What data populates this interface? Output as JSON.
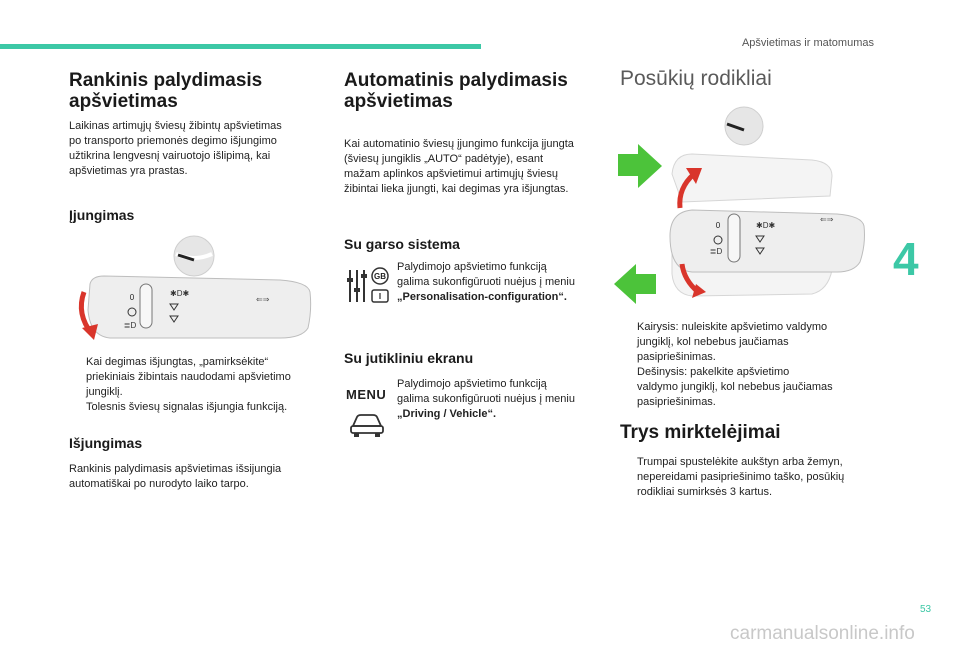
{
  "header": {
    "section": "Apšvietimas ir matomumas",
    "page_number": "53",
    "chapter": "4"
  },
  "col1": {
    "title_line1": "Rankinis palydimasis",
    "title_line2": "apšvietimas",
    "intro_lines": [
      "Laikinas artimųjų šviesų žibintų apšvietimas",
      "po transporto priemonės degimo išjungimo",
      "užtikrina lengvesnį vairuotojo išlipimą, kai",
      "apšvietimas yra prastas."
    ],
    "on_title": "Įjungimas",
    "bullet_marker": "",
    "on_bullets": [
      [
        "Kai degimas išjungtas, „pamirksėkite“",
        "priekiniais žibintais naudodami apšvietimo",
        "jungiklį."
      ],
      [
        "Tolesnis šviesų signalas išjungia funkciją."
      ]
    ],
    "off_title": "Išjungimas",
    "off_lines": [
      "Rankinis palydimasis apšvietimas išsijungia",
      "automatiškai po nurodyto laiko tarpo."
    ]
  },
  "col2": {
    "title_line1": "Automatinis palydimasis",
    "title_line2": "apšvietimas",
    "intro_lines": [
      "Kai automatinio šviesų įjungimo funkcija įjungta",
      "(šviesų jungiklis „AUTO“ padėtyje), esant",
      "mažam aplinkos apšvietimui artimųjų šviesų",
      "žibintai lieka įjungti, kai degimas yra išjungtas."
    ],
    "audio_title": "Su garso sistema",
    "audio_lines": [
      "Palydimojo apšvietimo funkciją",
      "galima sukonfigūruoti nuėjus į meniu",
      "„Personalisation-configuration“."
    ],
    "audio_icon_text_1": "GB",
    "audio_icon_text_2": "I",
    "touch_title": "Su jutikliniu ekranu",
    "touch_lines": [
      "Palydimojo apšvietimo funkciją",
      "galima sukonfigūruoti nuėjus į meniu",
      "„Driving / Vehicle“."
    ],
    "menu_label": "MENU"
  },
  "col3": {
    "title": "Posūkių rodikliai",
    "bullets": [
      [
        "Kairysis: nuleiskite apšvietimo valdymo",
        "jungiklį, kol nebebus jaučiamas",
        "pasipriešinimas."
      ],
      [
        "Dešinysis: pakelkite apšvietimo",
        "valdymo jungiklį, kol nebebus jaučiamas",
        "pasipriešinimas."
      ]
    ],
    "three_title": "Trys mirktelėjimai",
    "three_bullet": [
      "Trumpai spustelėkite aukštyn arba žemyn,",
      "nepereidami pasipriešinimo taško, posūkių",
      "rodikliai sumirksės 3 kartus."
    ]
  },
  "watermark": "carmanualsonline.info",
  "colors": {
    "accent": "#3cc8a6",
    "arrow_red": "#d9352b",
    "arrow_green": "#4cc33a"
  }
}
